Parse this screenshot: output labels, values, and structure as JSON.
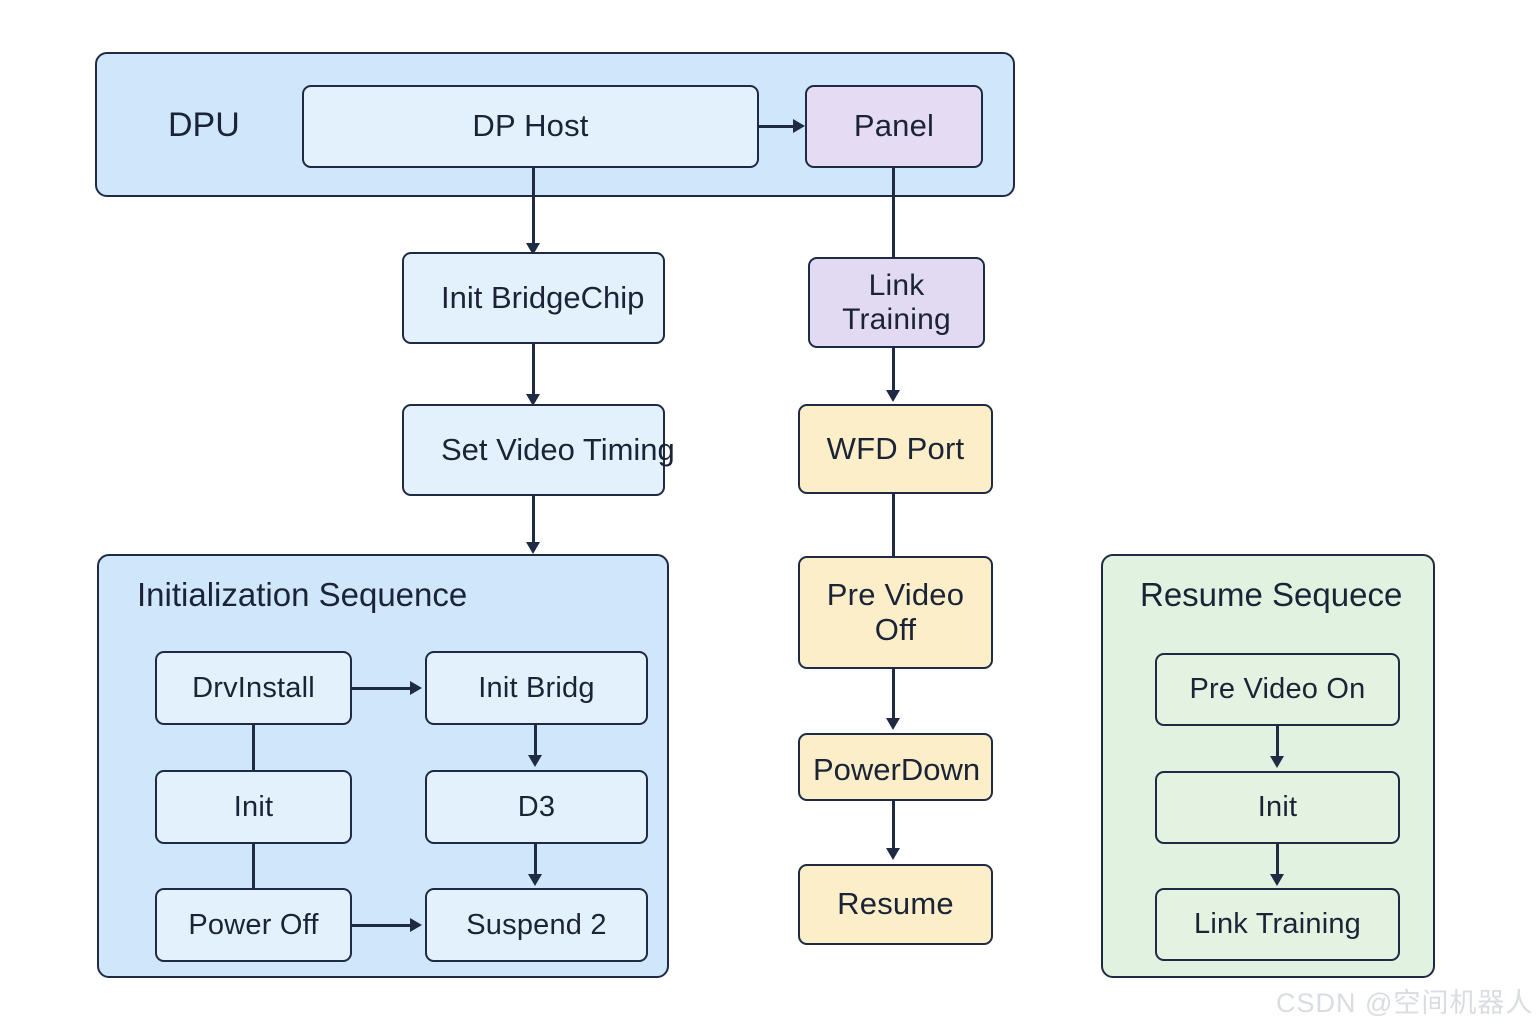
{
  "diagram": {
    "title_watermark": "CSDN @空间机器人",
    "colors": {
      "border": "#1f2a44",
      "text": "#1b2437",
      "dpu_container": "#cfe6fb",
      "blue_node": "#e3f1fd",
      "purple_node": "#e2daf3",
      "cream_node": "#fbeec8",
      "green_container": "#e2f2e0",
      "background": "#ffffff"
    }
  },
  "dpu_group": {
    "label": "DPU",
    "nodes": [
      {
        "id": "dp-host",
        "label": "DP Host",
        "fill": "#e3f1fd"
      },
      {
        "id": "panel",
        "label": "Panel",
        "fill": "#e5dcf4"
      }
    ]
  },
  "left_chain": {
    "nodes": [
      {
        "id": "init-bridgechip",
        "label": "Init BridgeChip",
        "fill": "#e3f1fd"
      },
      {
        "id": "set-video-timing",
        "label": "Set Video Timing",
        "fill": "#e3f1fd"
      }
    ]
  },
  "init_sequence": {
    "title": "Initialization Sequence",
    "fill": "#cfe6fb",
    "left_column": [
      {
        "id": "drvinstall",
        "label": "DrvInstall"
      },
      {
        "id": "init",
        "label": "Init"
      },
      {
        "id": "power-off",
        "label": "Power Off"
      }
    ],
    "right_column": [
      {
        "id": "init-bridg",
        "label": "Init Bridg"
      },
      {
        "id": "d3",
        "label": "D3"
      },
      {
        "id": "suspend-2",
        "label": "Suspend 2"
      }
    ]
  },
  "panel_chain": {
    "nodes": [
      {
        "id": "link-training",
        "label": "Link\nTraining",
        "line1": "Link",
        "line2": "Training",
        "fill": "#e2daf3"
      },
      {
        "id": "wfd-port",
        "label": "WFD Port",
        "fill": "#fbeec8"
      },
      {
        "id": "pre-video-off",
        "label": "Pre Video Off",
        "line1": "Pre Video",
        "line2": "Off",
        "fill": "#fbeec8"
      },
      {
        "id": "powerdown",
        "label": "PowerDown",
        "fill": "#fbeec8"
      },
      {
        "id": "resume",
        "label": "Resume",
        "fill": "#fbeec8"
      }
    ]
  },
  "resume_sequence": {
    "title": "Resume Sequece",
    "fill": "#e2f2e0",
    "nodes": [
      {
        "id": "pre-video-on",
        "label": "Pre Video On"
      },
      {
        "id": "resume-init",
        "label": "Init"
      },
      {
        "id": "resume-link-training",
        "label": "Link Training"
      }
    ]
  }
}
